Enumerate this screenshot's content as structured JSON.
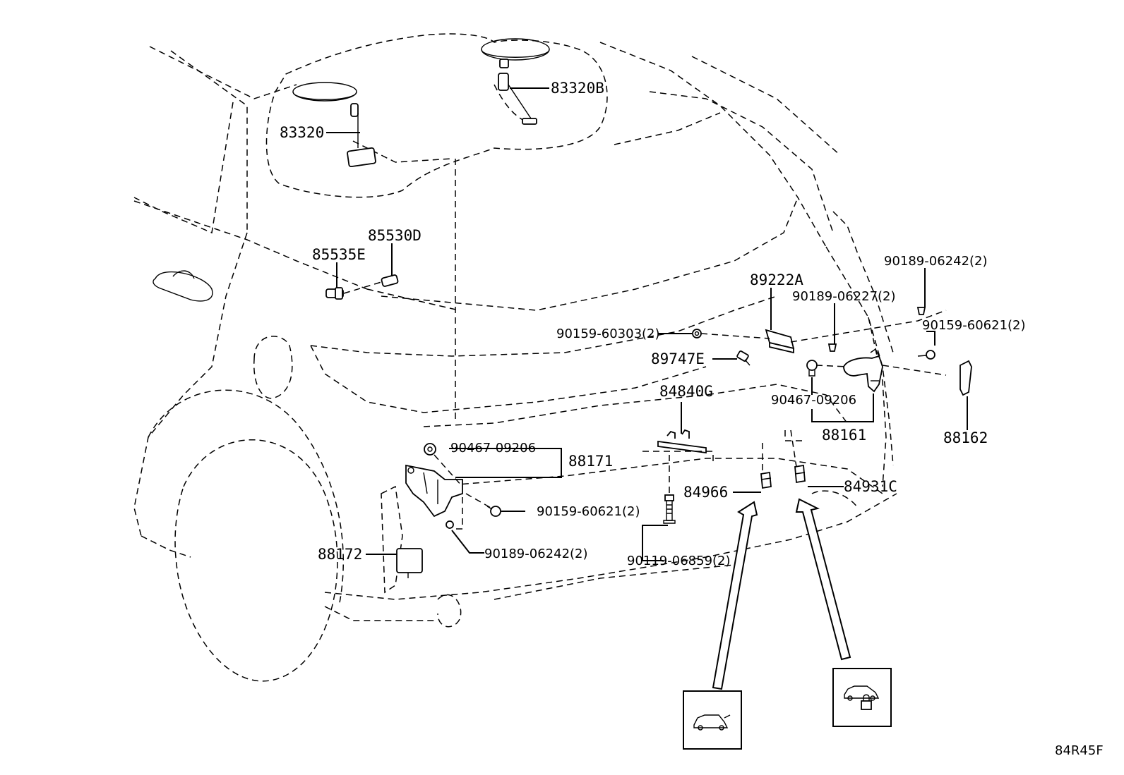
{
  "diagram_code": "84R45F",
  "part_labels": [
    {
      "id": "83320B",
      "text": "83320B"
    },
    {
      "id": "83320",
      "text": "83320"
    },
    {
      "id": "85535E",
      "text": "85535E"
    },
    {
      "id": "85530D",
      "text": "85530D"
    },
    {
      "id": "89222A",
      "text": "89222A"
    },
    {
      "id": "90189-06242-top",
      "text": "90189-06242(2)"
    },
    {
      "id": "90189-06227",
      "text": "90189-06227(2)"
    },
    {
      "id": "90159-60303",
      "text": "90159-60303(2)"
    },
    {
      "id": "90159-60621-right",
      "text": "90159-60621(2)"
    },
    {
      "id": "89747E",
      "text": "89747E"
    },
    {
      "id": "84840G",
      "text": "84840G"
    },
    {
      "id": "90467-09206-right",
      "text": "90467-09206"
    },
    {
      "id": "88161",
      "text": "88161"
    },
    {
      "id": "88162",
      "text": "88162"
    },
    {
      "id": "90467-09206-left",
      "text": "90467-09206"
    },
    {
      "id": "88171",
      "text": "88171"
    },
    {
      "id": "84966",
      "text": "84966"
    },
    {
      "id": "84931C",
      "text": "84931C"
    },
    {
      "id": "90159-60621-left",
      "text": "90159-60621(2)"
    },
    {
      "id": "88172",
      "text": "88172"
    },
    {
      "id": "90189-06242-left",
      "text": "90189-06242(2)"
    },
    {
      "id": "90119-06859",
      "text": "90119-06859(2)"
    }
  ],
  "callout_boxes": [
    {
      "id": "open-box",
      "icon": "vehicle-rear-open-icon"
    },
    {
      "id": "lock-box",
      "icon": "vehicle-lock-icon"
    }
  ]
}
